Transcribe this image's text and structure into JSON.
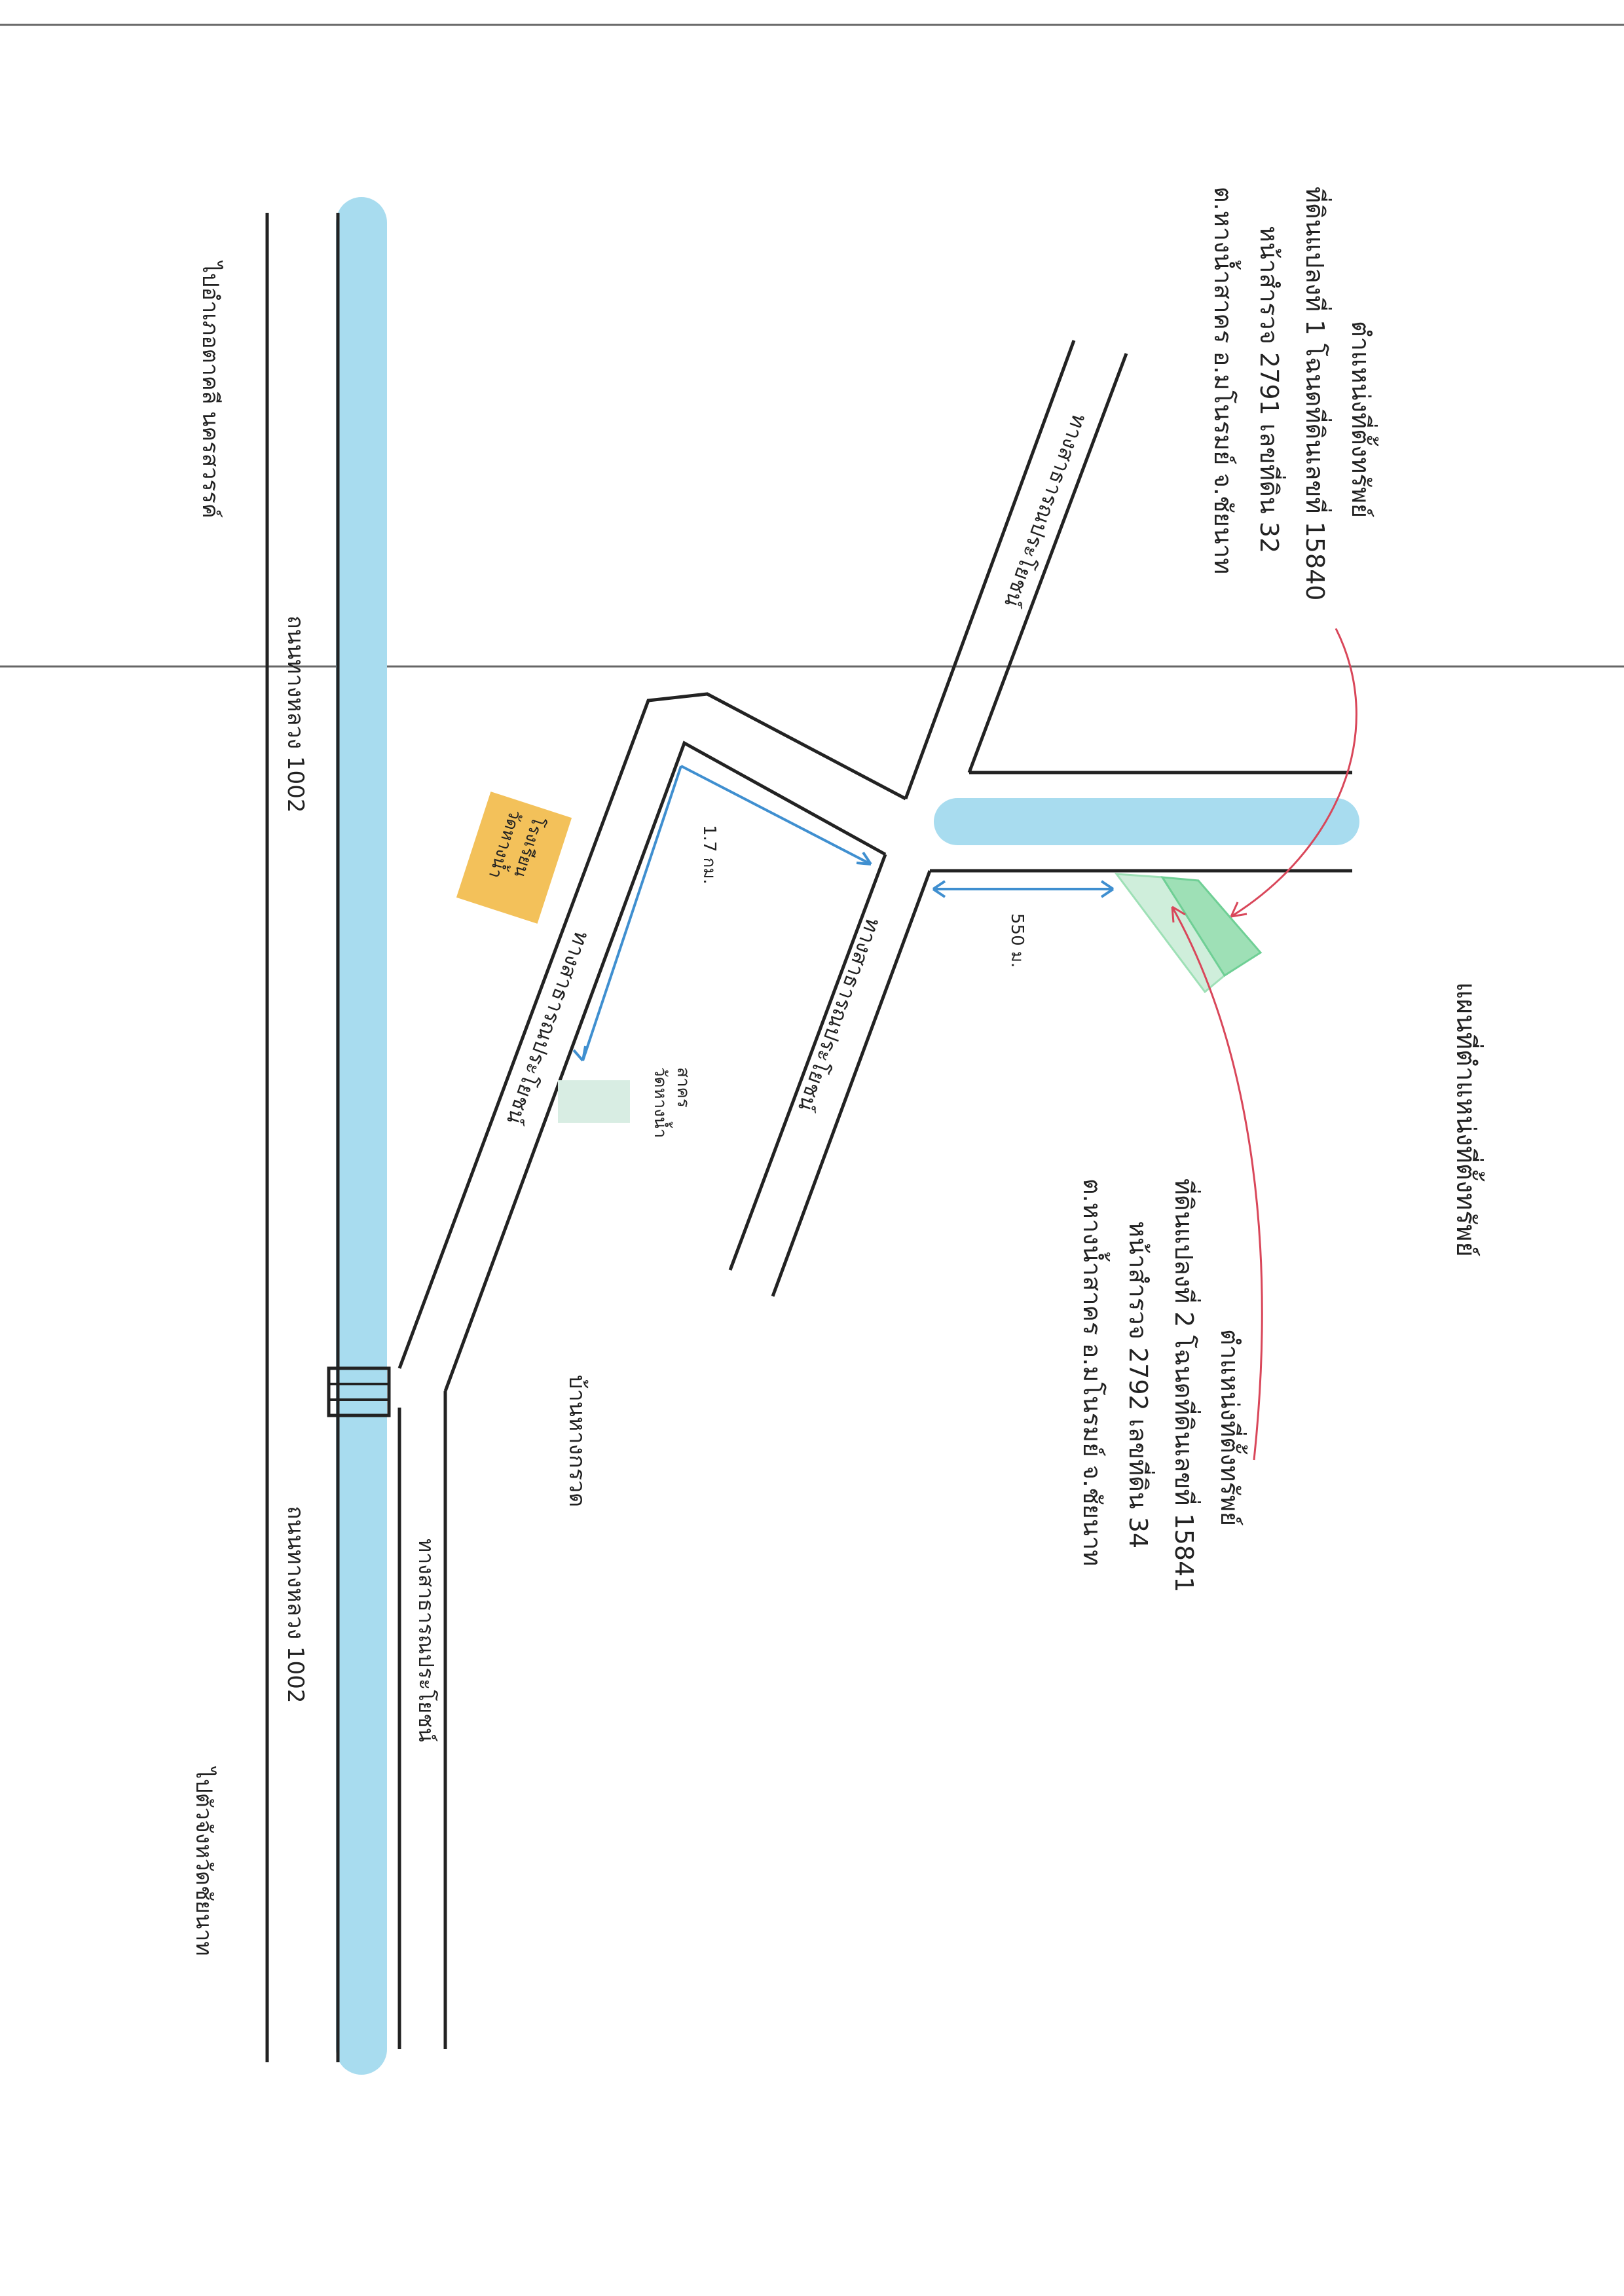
{
  "colors": {
    "background": "#ffffff",
    "road_line": "#222222",
    "highway_fill": "#a8dcef",
    "dimension_line": "#3f8fd0",
    "pointer_arrow": "#d9475a",
    "parcel_1_fill": "#9ee0b6",
    "parcel_2_fill": "#cfeedb",
    "school_marker_fill": "#f3c15a",
    "temple_marker_fill": "#d8ede3",
    "margin_line": "#666666"
  },
  "labels": {
    "map_title": "แผนที่ตำแหน่งที่ตั้งทรัพย์",
    "parcel_1": {
      "line1": "ตำแหน่งที่ตั้งทรัพย์",
      "line2": "ที่ดินแปลงที่ 1  โฉนดที่ดินเลขที่ 15840",
      "line3": "หน้าสำรวจ 2791  เลขที่ดิน 32",
      "line4": "ต.หางน้ำสาคร อ.มโนรมย์ จ.ชัยนาท"
    },
    "parcel_2": {
      "line1": "ตำแหน่งที่ตั้งทรัพย์",
      "line2": "ที่ดินแปลงที่ 2  โฉนดที่ดินเลขที่ 15841",
      "line3": "หน้าสำรวจ 2792  เลขที่ดิน 34",
      "line4": "ต.หางน้ำสาคร อ.มโนรมย์ จ.ชัยนาท"
    },
    "to_nakhon_sawan": "ไปอำเภอตาคลี นครสวรรค์",
    "to_chainat": "ไปตัวจังหวัดชัยนาท",
    "highway_north": "ถนนทางหลวง 1002",
    "highway_south": "ถนนทางหลวง 1002",
    "public_road_top": "ทางสาธารณประโยชน์",
    "public_road_middle": "ทางสาธารณประโยชน์",
    "public_road_lower": "ทางสาธารณประโยชน์",
    "public_road_bottom": "ทางสาธารณประโยชน์",
    "school": [
      "โรงเรียน",
      "วัดหางน้ำ"
    ],
    "temple": [
      "วัดหางน้ำ",
      "สาคร"
    ],
    "village": "บ้านหางกรวด",
    "distance_1": "1.7 กม.",
    "distance_2": "550 ม."
  },
  "measurements": {
    "distance_to_junction_km": 1.7,
    "distance_to_parcel_m": 550
  }
}
